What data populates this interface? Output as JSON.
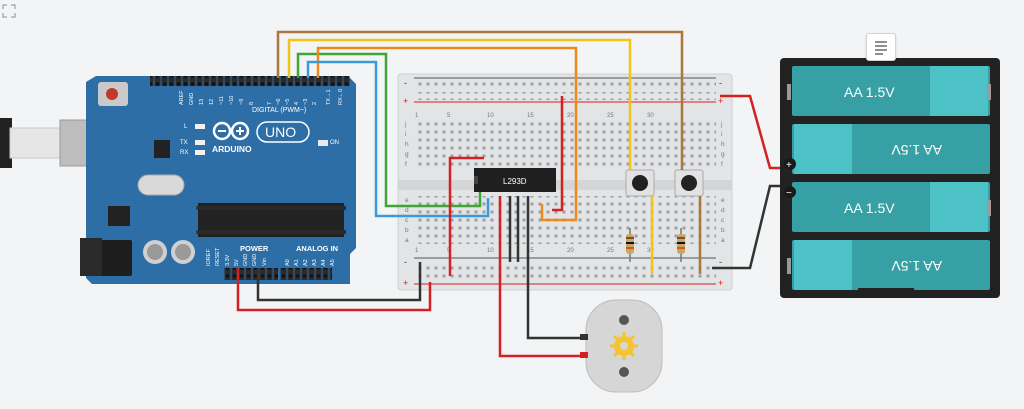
{
  "arduino": {
    "brand": "ARDUINO",
    "model": "UNO",
    "digital_header": "DIGITAL (PWM~)",
    "power_header": "POWER",
    "analog_header": "ANALOG IN",
    "on_label": "ON",
    "led_l": "L",
    "led_tx": "TX",
    "led_rx": "RX",
    "digital_pins": [
      "AREF",
      "GND",
      "13",
      "12",
      "~11",
      "~10",
      "~9",
      "8",
      "7",
      "~6",
      "~5",
      "4",
      "~3",
      "2",
      "TX→1",
      "RX←0"
    ],
    "power_pins": [
      "IOREF",
      "RESET",
      "3.3V",
      "5V",
      "GND",
      "GND",
      "Vin"
    ],
    "analog_pins": [
      "A0",
      "A1",
      "A2",
      "A3",
      "A4",
      "A5"
    ]
  },
  "chip": {
    "label": "L293D"
  },
  "breadboard": {
    "row_letters_top": [
      "j",
      "i",
      "h",
      "g",
      "f"
    ],
    "row_letters_bottom": [
      "e",
      "d",
      "c",
      "b",
      "a"
    ],
    "column_numbers": [
      "1",
      "5",
      "10",
      "15",
      "20",
      "25",
      "30"
    ],
    "rail_plus": "+",
    "rail_minus": "-"
  },
  "battery": {
    "cells": [
      "AA 1.5V",
      "AA 1.5V",
      "AA 1.5V",
      "AA 1.5V"
    ],
    "plus_terminal": "+",
    "minus_terminal": "−"
  },
  "colors": {
    "board": "#2d6ea6",
    "wire_red": "#d32020",
    "wire_black": "#333333",
    "wire_brown": "#a9773f",
    "wire_yellow": "#f0c419",
    "wire_green": "#3fa535",
    "wire_orange": "#ef8a1a",
    "wire_blue": "#3b9ad9",
    "battery_cell": "#36a0a4"
  },
  "icons": [
    "fullscreen-corner-icon",
    "notes-icon",
    "arduino-logo-icon",
    "gear-motor-icon"
  ]
}
